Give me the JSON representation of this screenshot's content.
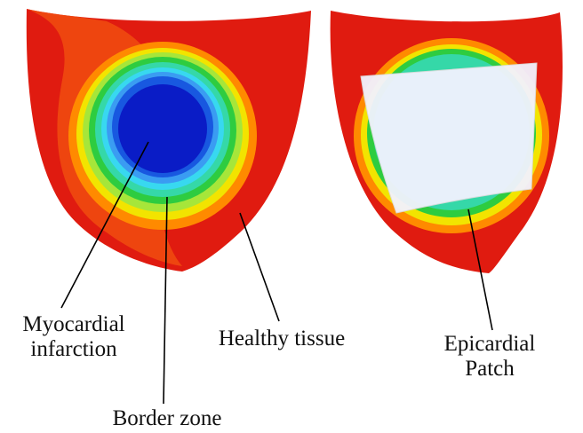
{
  "labels": {
    "myocardial_infarction": {
      "line1": "Myocardial",
      "line2": "infarction"
    },
    "healthy_tissue": "Healthy tissue",
    "border_zone": "Border zone",
    "epicardial_patch": {
      "line1": "Epicardial",
      "line2": "Patch"
    }
  },
  "colors": {
    "healthy": "#e01b10",
    "outer_band": "#f04a10",
    "orange": "#ff8a00",
    "yellow": "#f2e400",
    "light_green": "#a6e63a",
    "green": "#2ecc40",
    "teal": "#35d8a8",
    "cyan": "#38d8f0",
    "light_blue": "#3a9cf2",
    "blue": "#1858e0",
    "infarct": "#0a1cc6",
    "patch_fill": "#f2f2ff",
    "leader_line": "#000000"
  }
}
